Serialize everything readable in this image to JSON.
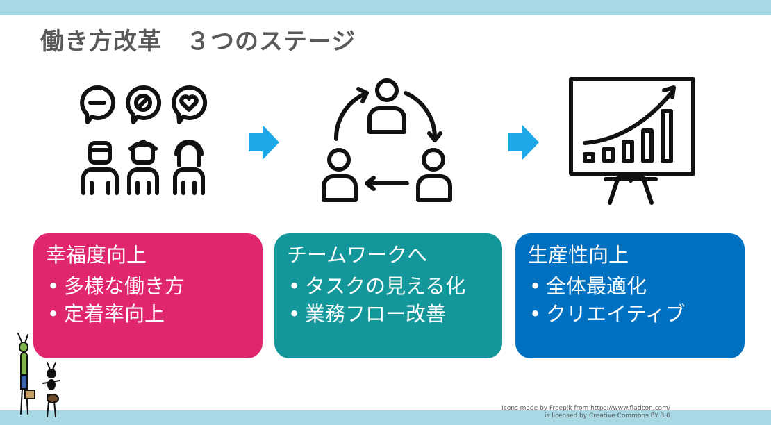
{
  "title": "働き方改革　３つのステージ",
  "colors": {
    "band": "#a7d8e4",
    "title": "#595959",
    "arrow": "#1da8e8",
    "card_pink": "#e0266e",
    "card_teal": "#13979b",
    "card_blue": "#0070c0"
  },
  "stages": [
    {
      "icon": "people-feedback-icon",
      "heading": "幸福度向上",
      "items": [
        "多様な働き方",
        "定着率向上"
      ]
    },
    {
      "icon": "team-cycle-icon",
      "heading": "チームワークへ",
      "items": [
        "タスクの見える化",
        "業務フロー改善"
      ]
    },
    {
      "icon": "growth-chart-board-icon",
      "heading": "生産性向上",
      "items": [
        "全体最適化",
        "クリエイティブ"
      ]
    }
  ],
  "arrows": [
    "arrow-right-icon",
    "arrow-right-icon"
  ],
  "credit": {
    "line1": "Icons made by Freepik from https://www.flaticon.com/",
    "line2": "is licensed by Creative Commons BY 3.0"
  },
  "decoration": "ant-characters-illustration"
}
